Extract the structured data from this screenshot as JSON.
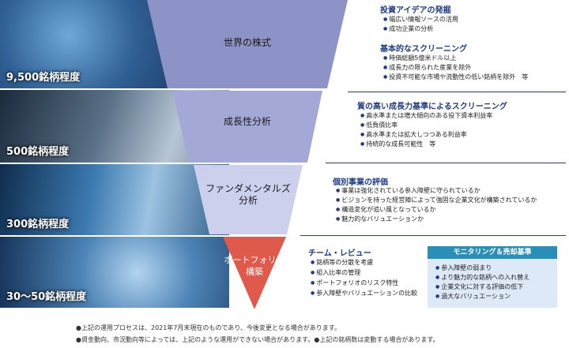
{
  "stages": [
    {
      "count": "9,500銘柄程度",
      "label": "世界の株式",
      "color": "#8d92c7"
    },
    {
      "count": "500銘柄程度",
      "label": "成長性分析",
      "color": "#a4a8d6"
    },
    {
      "count": "300銘柄程度",
      "label": "ファンダメンタルズ\n分析",
      "color": "#cdd0ec"
    },
    {
      "count": "30～50銘柄程度",
      "label": "ポートフォリオ\n構築",
      "color": "#e05a4c"
    }
  ],
  "sections": {
    "idea": {
      "title": "投資アイデアの発掘",
      "items": [
        "幅広い情報ソースの活用",
        "成功企業の分析"
      ]
    },
    "basic": {
      "title": "基本的なスクリーニング",
      "items": [
        "時価総額5億米ドル以上",
        "成長力の限られた産業を除外",
        "投資不可能な市場や流動性の低い銘柄を除外　等"
      ]
    },
    "growth": {
      "title": "質の高い成長力基準によるスクリーニング",
      "items": [
        "高水準または増大傾向のある投下資本利益率",
        "低負債比率",
        "高水準または拡大しつつある利益率",
        "持続的な成長可能性　等"
      ]
    },
    "individual": {
      "title": "個別事業の評価",
      "items": [
        "事業は強化されている参入障壁に守られているか",
        "ビジョンを持った経営陣によって強固な企業文化が構築されているか",
        "構造変化が追い風となっているか",
        "魅力的なバリュエーションか"
      ]
    },
    "team": {
      "title": "チーム・レビュー",
      "items": [
        "銘柄等の分散を考慮",
        "組入比率の管理",
        "ポートフォリオのリスク特性",
        "参入障壁やバリュエーションの比較"
      ]
    },
    "monitor": {
      "title": "モニタリング＆売却基準",
      "items": [
        "参入障壁の弱まり",
        "より魅力的な銘柄への入れ替え",
        "企業文化に対する評価の低下",
        "過大なバリュエーション"
      ]
    }
  },
  "footnotes": [
    "●上記の運用プロセスは、2021年7月末現在のものであり、今後変更となる場合があります。",
    "●資金動向、市況動向等によっては、上記のような運用ができない場合があります。●上記の銘柄数は変動する場合があります。"
  ]
}
